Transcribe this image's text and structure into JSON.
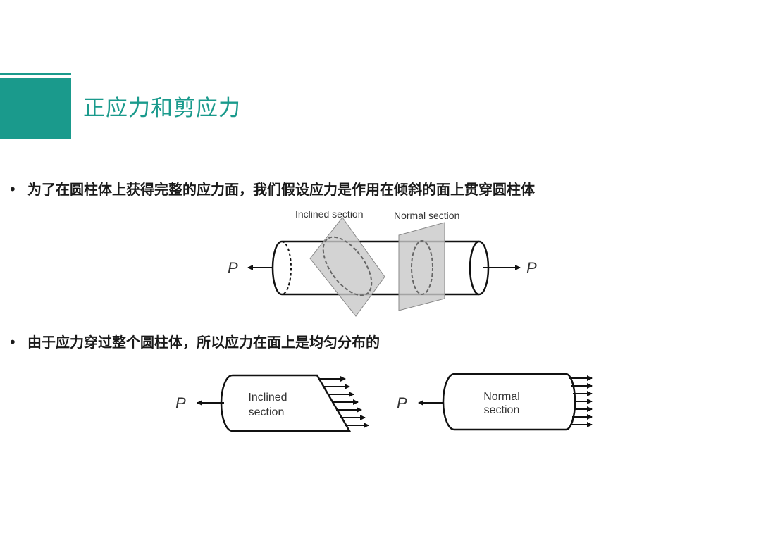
{
  "slide": {
    "title": "正应力和剪应力",
    "bullets": [
      "为了在圆柱体上获得完整的应力面，我们假设应力是作用在倾斜的面上贯穿圆柱体",
      "由于应力穿过整个圆柱体，所以应力在面上是均匀分布的"
    ],
    "bullet_symbol": "•"
  },
  "figure_top": {
    "inclined_label": "Inclined section",
    "normal_label": "Normal section",
    "load_left": "P",
    "load_right": "P"
  },
  "figure_bottom": {
    "left_load": "P",
    "left_label_line1": "Inclined",
    "left_label_line2": "section",
    "right_load": "P",
    "right_label_line1": "Normal",
    "right_label_line2": "section"
  },
  "colors": {
    "accent": "#1a9a8c",
    "plane_fill": "#c8c8c8"
  }
}
